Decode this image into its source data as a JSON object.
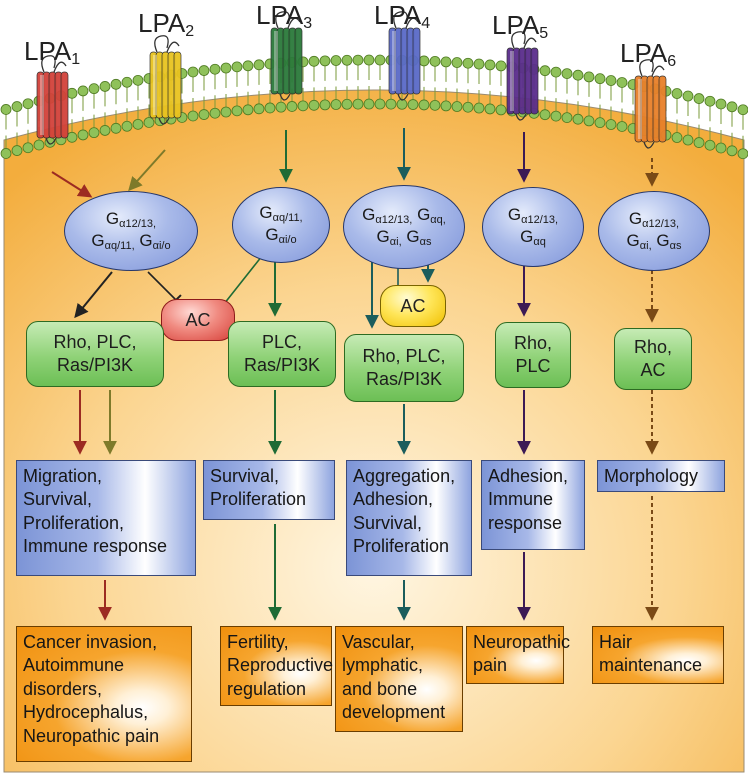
{
  "receptors": [
    {
      "base": "LPA",
      "sub": "1",
      "color": "#d2423a"
    },
    {
      "base": "LPA",
      "sub": "2",
      "color": "#e8c320"
    },
    {
      "base": "LPA",
      "sub": "3",
      "color": "#2b7a3a"
    },
    {
      "base": "LPA",
      "sub": "4",
      "color": "#5a6ac8"
    },
    {
      "base": "LPA",
      "sub": "5",
      "color": "#5a2d8c"
    },
    {
      "base": "LPA",
      "sub": "6",
      "color": "#e8802a"
    }
  ],
  "g_proteins": [
    {
      "lines": [
        [
          [
            "G",
            ""
          ],
          [
            "α12/13,",
            "sub"
          ]
        ],
        [
          [
            "G",
            ""
          ],
          [
            "αq/11,",
            "sub"
          ],
          [
            " G",
            ""
          ],
          [
            "αi/o",
            "sub"
          ]
        ]
      ]
    },
    {
      "lines": [
        [
          [
            "G",
            ""
          ],
          [
            "αq/11,",
            "sub"
          ]
        ],
        [
          [
            "G",
            ""
          ],
          [
            "αi/o",
            "sub"
          ]
        ]
      ]
    },
    {
      "lines": [
        [
          [
            "G",
            ""
          ],
          [
            "α12/13,",
            "sub"
          ],
          [
            " G",
            ""
          ],
          [
            "αq,",
            "sub"
          ]
        ],
        [
          [
            "G",
            ""
          ],
          [
            "αi,",
            "sub"
          ],
          [
            " G",
            ""
          ],
          [
            "αs",
            "sub"
          ]
        ]
      ]
    },
    {
      "lines": [
        [
          [
            "G",
            ""
          ],
          [
            "α12/13,",
            "sub"
          ]
        ],
        [
          [
            "G",
            ""
          ],
          [
            "αq",
            "sub"
          ]
        ]
      ]
    },
    {
      "lines": [
        [
          [
            "G",
            ""
          ],
          [
            "α12/13,",
            "sub"
          ]
        ],
        [
          [
            "G",
            ""
          ],
          [
            "αi,",
            "sub"
          ],
          [
            " G",
            ""
          ],
          [
            "αs",
            "sub"
          ]
        ]
      ]
    }
  ],
  "ac_label": "AC",
  "effectors": [
    "Rho, PLC,\nRas/PI3K",
    "PLC,\nRas/PI3K",
    "Rho, PLC,\nRas/PI3K",
    "Rho,\nPLC",
    "Rho,\nAC"
  ],
  "cellular_responses": [
    "Migration,\nSurvival,\nProliferation,\nImmune response",
    "Survival,\nProliferation",
    "Aggregation,\nAdhesion,\nSurvival,\nProliferation",
    "Adhesion,\nImmune\nresponse",
    "Morphology"
  ],
  "physiological_outcomes": [
    "Cancer invasion,\nAutoimmune\ndisorders,\nHydrocephalus,\nNeuropathic pain",
    "Fertility,\nReproductive\nregulation",
    "Vascular,\nlymphatic,\nand bone\ndevelopment",
    "Neuropathic\npain",
    "Hair\nmaintenance"
  ],
  "colors": {
    "cell_bg": "#f8c271",
    "membrane_lipid": "#8fc15a",
    "arrow_lpa1": "#9c2b22",
    "arrow_lpa2": "#7e7a2a",
    "arrow_lpa3": "#1f6b35",
    "arrow_lpa4": "#1b5d5c",
    "arrow_lpa5": "#3c1a55",
    "arrow_lpa6": "#7a4a16"
  }
}
